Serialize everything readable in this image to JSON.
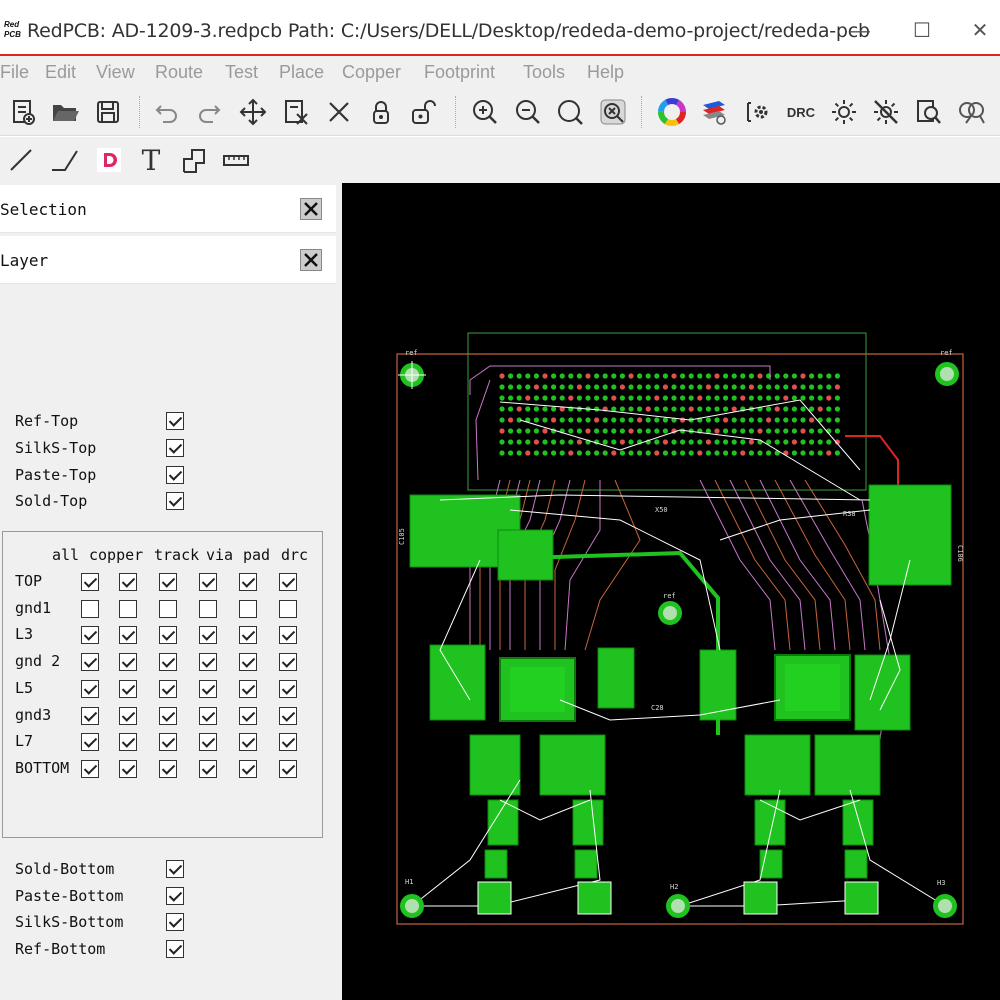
{
  "window": {
    "title": "RedPCB: AD-1209-3.redpcb Path: C:/Users/DELL/Desktop/rededa-demo-project/rededa-pcb",
    "logo_text": "Red PCB",
    "minimize": "—",
    "maximize": "☐",
    "close": "✕"
  },
  "menu": [
    "File",
    "Edit",
    "View",
    "Route",
    "Test",
    "Place",
    "Copper",
    "Footprint",
    "Tools",
    "Help"
  ],
  "toolbar": {
    "drc_label": "DRC"
  },
  "panels": {
    "selection": "Selection",
    "layer": "Layer"
  },
  "top_visibility": [
    {
      "label": "Ref-Top",
      "checked": true
    },
    {
      "label": "SilkS-Top",
      "checked": true
    },
    {
      "label": "Paste-Top",
      "checked": true
    },
    {
      "label": "Sold-Top",
      "checked": true
    }
  ],
  "layer_table": {
    "columns": [
      "all",
      "copper",
      "track",
      "via",
      "pad",
      "drc"
    ],
    "rows": [
      {
        "name": "TOP",
        "values": [
          true,
          true,
          true,
          true,
          true,
          true
        ]
      },
      {
        "name": "gnd1",
        "values": [
          false,
          false,
          false,
          false,
          false,
          false
        ]
      },
      {
        "name": "L3",
        "values": [
          true,
          true,
          true,
          true,
          true,
          true
        ]
      },
      {
        "name": "gnd 2",
        "values": [
          true,
          true,
          true,
          true,
          true,
          true
        ]
      },
      {
        "name": "L5",
        "values": [
          true,
          true,
          true,
          true,
          true,
          true
        ]
      },
      {
        "name": "gnd3",
        "values": [
          true,
          true,
          true,
          true,
          true,
          true
        ]
      },
      {
        "name": "L7",
        "values": [
          true,
          true,
          true,
          true,
          true,
          true
        ]
      },
      {
        "name": "BOTTOM",
        "values": [
          true,
          true,
          true,
          true,
          true,
          true
        ]
      }
    ]
  },
  "bottom_visibility": [
    {
      "label": "Sold-Bottom",
      "checked": true
    },
    {
      "label": "Paste-Bottom",
      "checked": true
    },
    {
      "label": "SilkS-Bottom",
      "checked": true
    },
    {
      "label": "Ref-Bottom",
      "checked": true
    }
  ],
  "pcb_labels": {
    "ref_tl": "ref",
    "ref_tr": "ref",
    "ref_mid": "ref",
    "h1": "H1",
    "h2": "H2",
    "h3": "H3",
    "x50": "X50",
    "r38": "R38",
    "c105": "C105",
    "c106": "C106",
    "c28": "C28"
  },
  "colors": {
    "accent_red": "#e02424",
    "board_bg": "#000000",
    "copper_green": "#1fc21f",
    "track_orange": "#c8643c",
    "track_pink": "#c878c8",
    "ratsnest": "#ffffff"
  }
}
